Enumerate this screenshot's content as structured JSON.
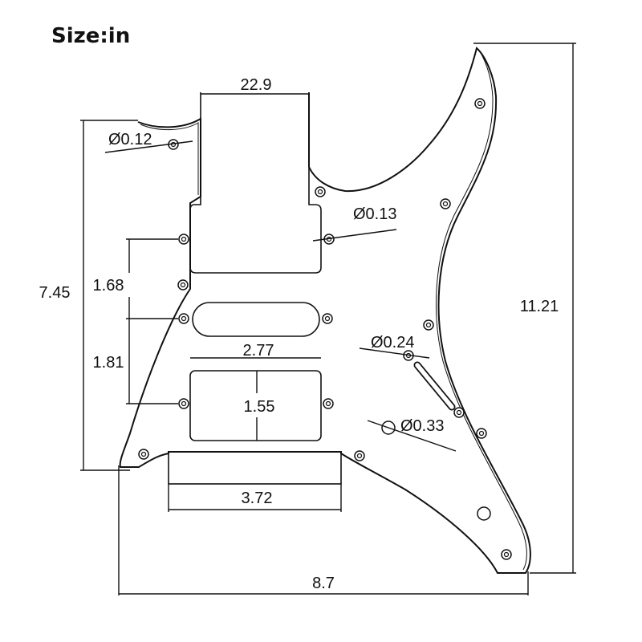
{
  "title": "Size:in",
  "dimensions": {
    "neck_width": "22.9",
    "screw_dia_small": "Ø0.12",
    "screw_dia_pickup": "Ø0.13",
    "left_height": "7.45",
    "total_height": "11.21",
    "pickup_spacing_upper": "1.68",
    "pickup_spacing_lower": "1.81",
    "bridge_pickup_width": "2.77",
    "bridge_pickup_height": "1.55",
    "switch_dia": "Ø0.24",
    "jack_dia": "Ø0.33",
    "bridge_cutout_width": "3.72",
    "total_width": "8.7"
  }
}
